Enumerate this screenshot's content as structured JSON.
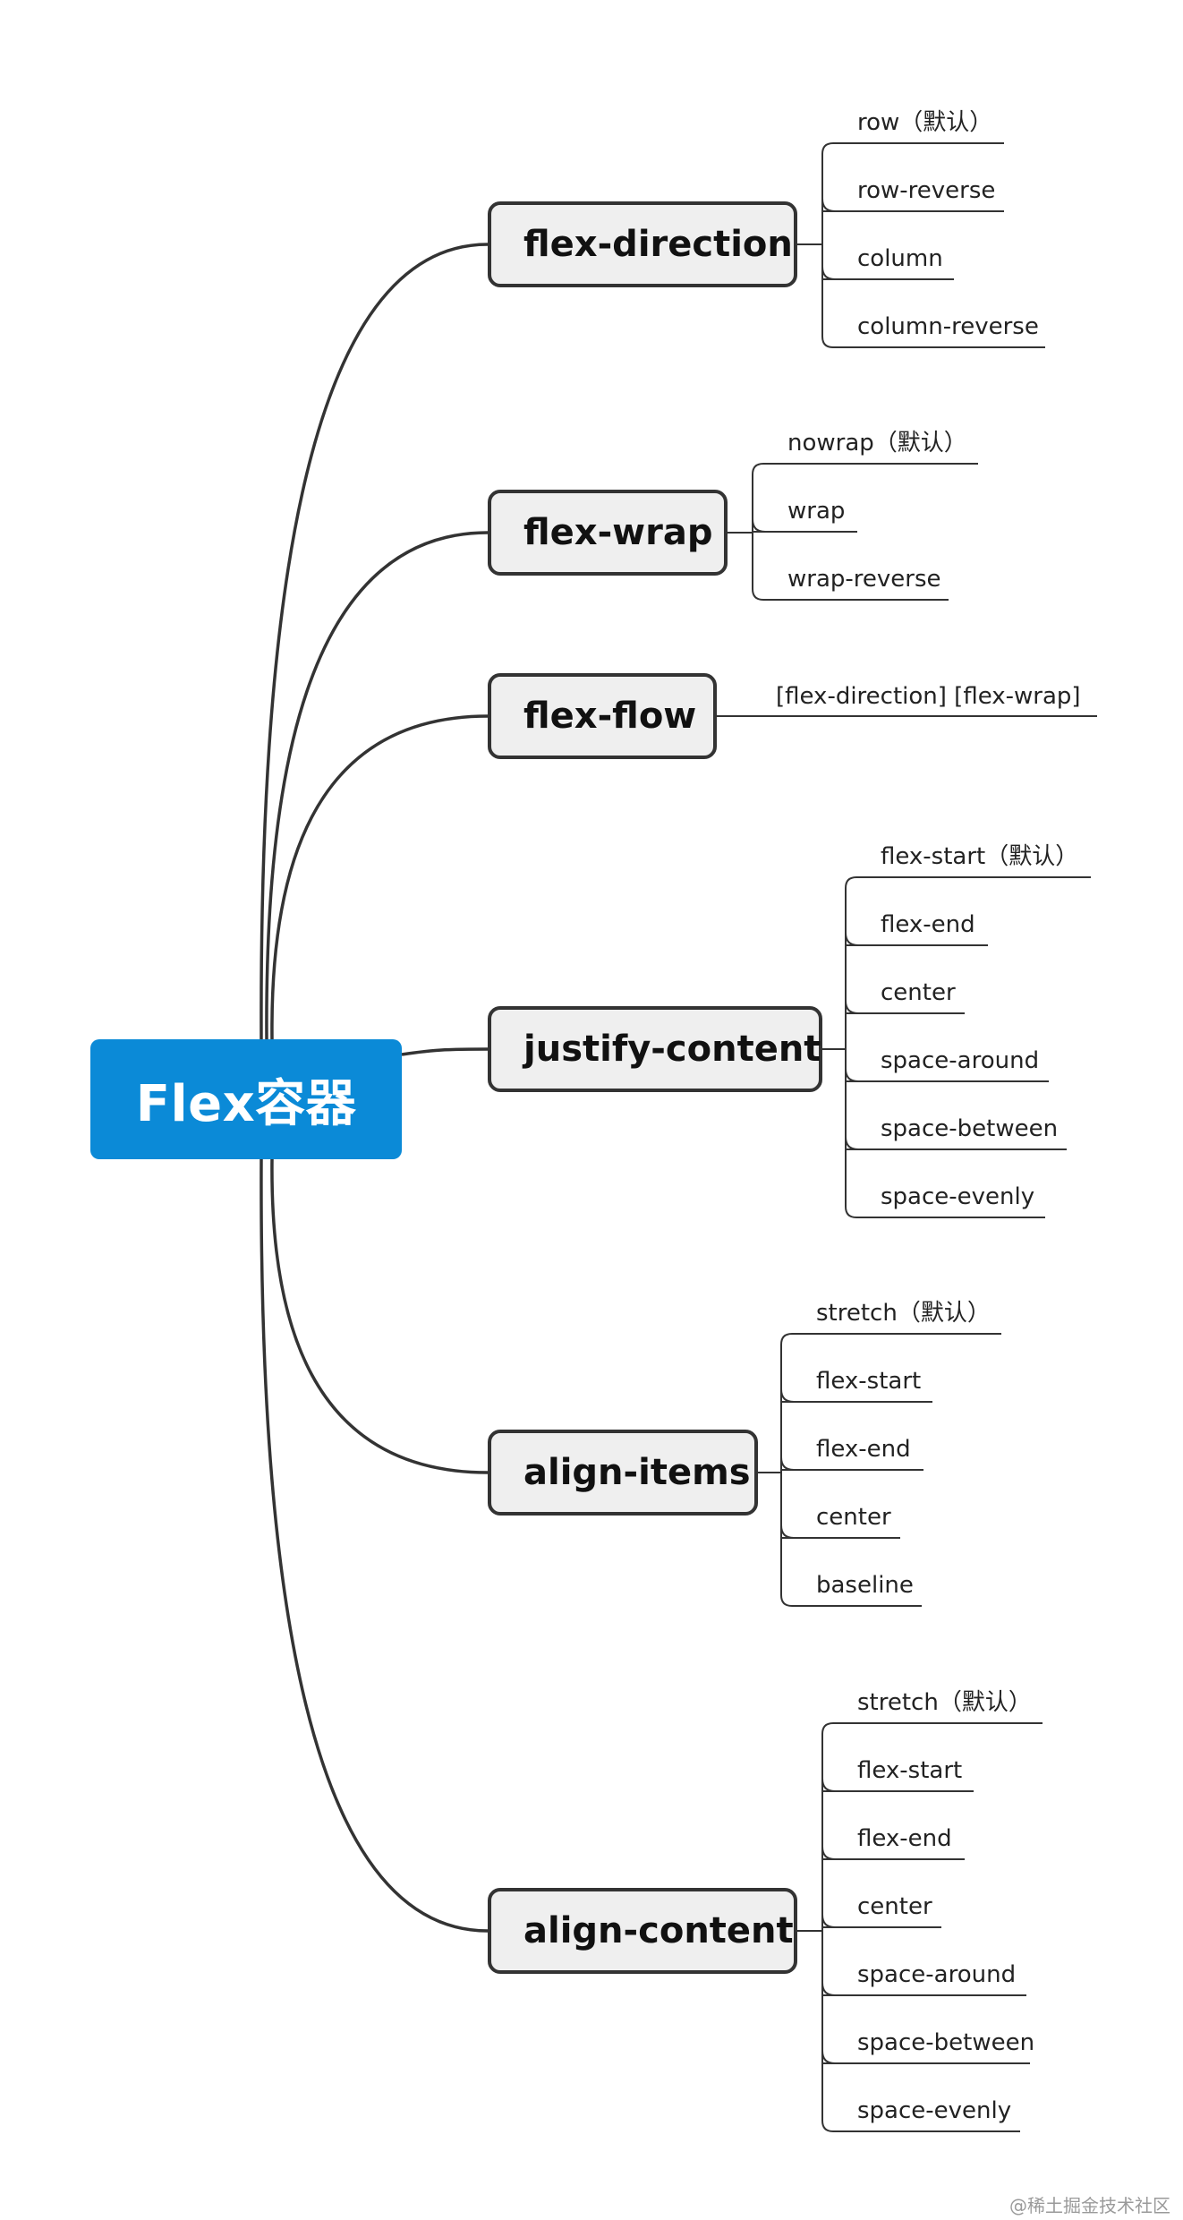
{
  "root": {
    "label": "Flex容器",
    "color": "#0b8ad7"
  },
  "branches": [
    {
      "label": "flex-direction",
      "children": [
        "row（默认）",
        "row-reverse",
        "column",
        "column-reverse"
      ]
    },
    {
      "label": "flex-wrap",
      "children": [
        "nowrap（默认）",
        "wrap",
        "wrap-reverse"
      ]
    },
    {
      "label": "flex-flow",
      "children": [
        "[flex-direction]  [flex-wrap]"
      ]
    },
    {
      "label": "justify-content",
      "children": [
        "flex-start（默认）",
        "flex-end",
        "center",
        "space-around",
        "space-between",
        "space-evenly"
      ]
    },
    {
      "label": "align-items",
      "children": [
        "stretch（默认）",
        "flex-start",
        "flex-end",
        "center",
        "baseline"
      ]
    },
    {
      "label": "align-content",
      "children": [
        "stretch（默认）",
        "flex-start",
        "flex-end",
        "center",
        "space-around",
        "space-between",
        "space-evenly"
      ]
    }
  ],
  "watermark": "@稀土掘金技术社区"
}
